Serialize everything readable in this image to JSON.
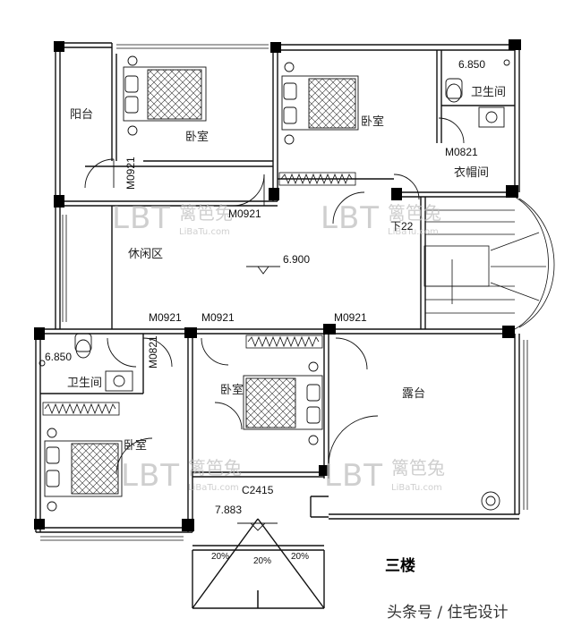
{
  "rooms": {
    "balcony": "阳台",
    "bed_tl": "卧室",
    "bed_tm": "卧室",
    "bath_tr": "卫生间",
    "closet": "衣帽间",
    "lounge": "休闲区",
    "bath_bl": "卫生间",
    "bed_bm": "卧室",
    "bed_bl": "卧室",
    "terrace": "露台"
  },
  "codes": {
    "m_tl_v": "M0921",
    "m_top_mid": "M0921",
    "m_tr": "M0821",
    "m_b1": "M0921",
    "m_b2": "M0921",
    "m_b3": "M0921",
    "m_bl_v": "M0821",
    "window": "C2415",
    "stair_partial": "下22"
  },
  "elevations": {
    "bath_tr": "6.850",
    "lounge": "6.900",
    "bath_bl": "6.850",
    "entry": "7.883"
  },
  "slopes": [
    "20%",
    "20%",
    "20%"
  ],
  "floor_label": "三楼",
  "credit": "头条号 / 住宅设计",
  "watermark": {
    "brand": "LBT",
    "cn": "篱笆兔",
    "url": "LiBaTu.com"
  },
  "colors": {
    "line": "#111111",
    "watermark": "#bfbfbf"
  }
}
